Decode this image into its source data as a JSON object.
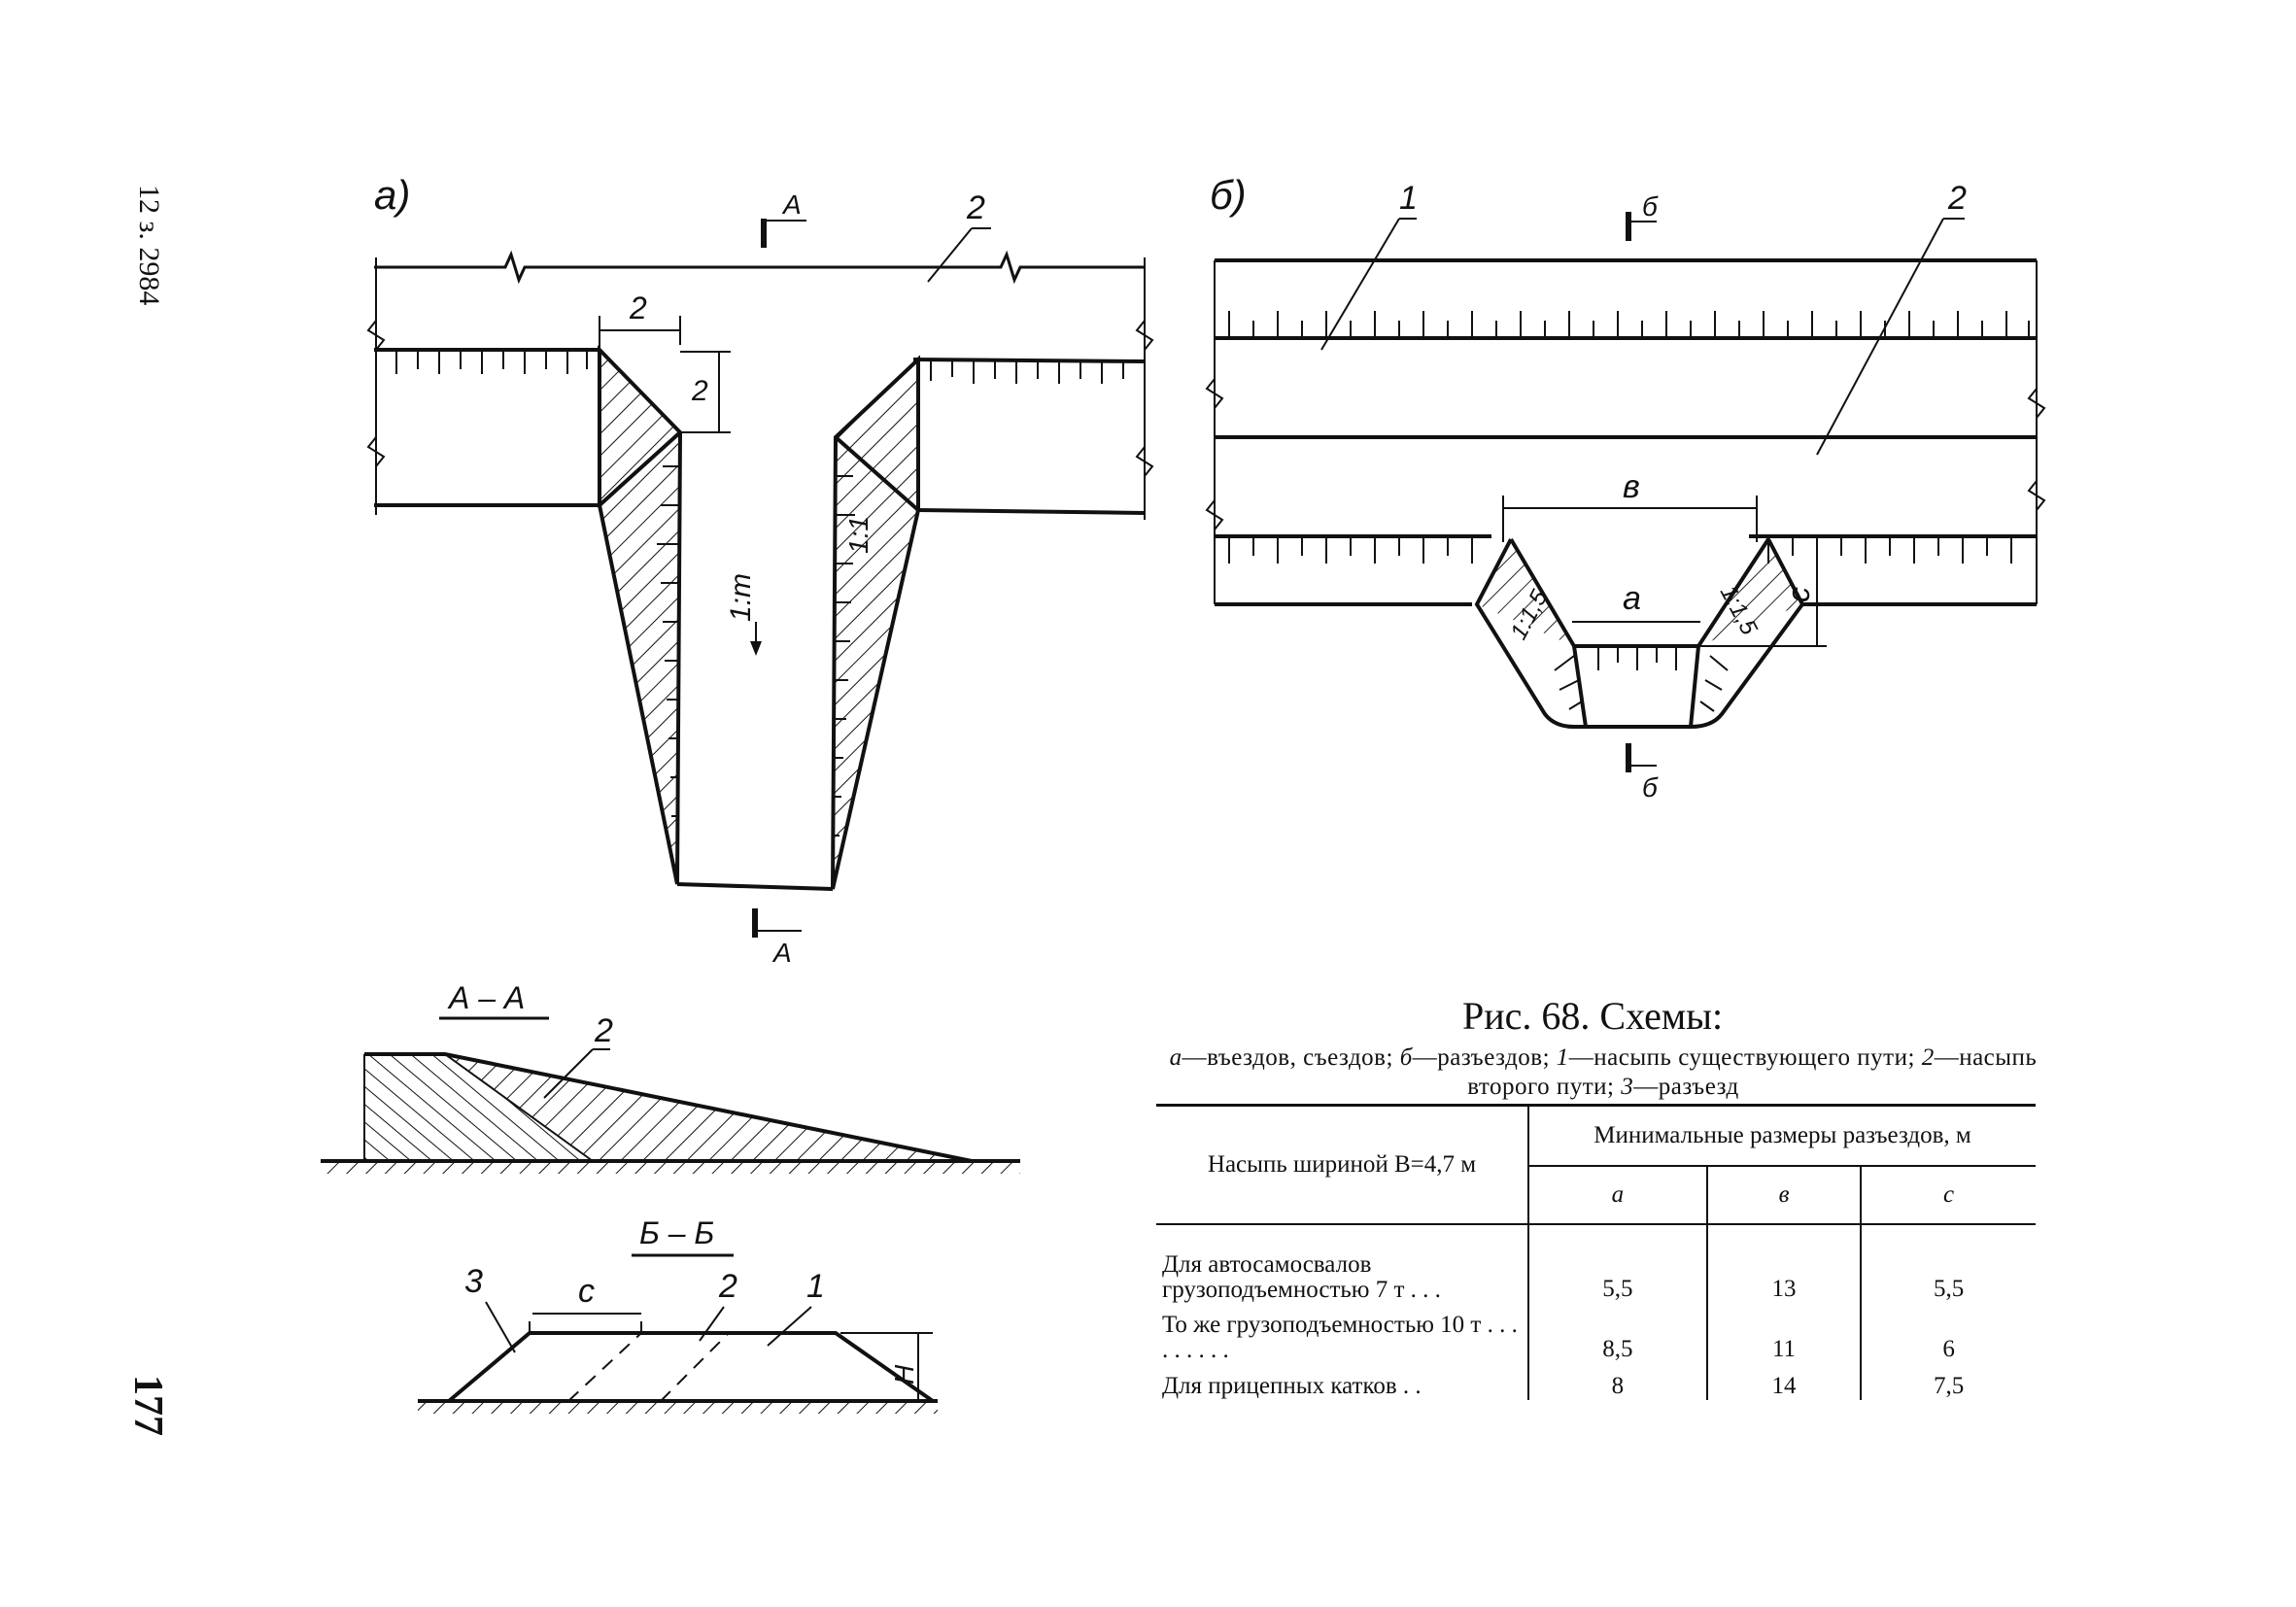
{
  "margin": {
    "code": "12 з. 2984",
    "page_number": "177"
  },
  "figure_a": {
    "label": "a)",
    "section_marks": [
      "А",
      "А"
    ],
    "callout_2": "2",
    "dim_width": "2",
    "dim_height": "2",
    "slope_left": "1:m",
    "slope_right": "1:1"
  },
  "figure_b": {
    "label": "б)",
    "section_marks": [
      "б",
      "б"
    ],
    "callout_1": "1",
    "callout_2": "2",
    "dim_v": "в",
    "dim_a": "а",
    "dim_c": "с",
    "slope_left": "1:1,5",
    "slope_right": "1:1,5"
  },
  "section_aa": {
    "title": "А – А",
    "callout_2": "2"
  },
  "section_bb": {
    "title": "Б – Б",
    "callout_3": "3",
    "callout_c": "с",
    "callout_2": "2",
    "callout_1": "1",
    "height_label": "Н"
  },
  "caption": {
    "title": "Рис. 68. Схемы:",
    "parts": [
      {
        "key": "а",
        "text": "—въездов, съездов; "
      },
      {
        "key": "б",
        "text": "—разъездов; "
      },
      {
        "key": "1",
        "text": "—насыпь существующего пути; "
      },
      {
        "key": "2",
        "text": "—насыпь второго пути; "
      },
      {
        "key": "3",
        "text": "—разъезд"
      }
    ]
  },
  "table": {
    "row_header": "Насыпь шириной В=4,7 м",
    "group_header": "Минимальные размеры разъездов, м",
    "columns": [
      "а",
      "в",
      "с"
    ],
    "rows": [
      {
        "label": "Для автосамосвалов грузоподъемностью 7 т . . .",
        "values": [
          "5,5",
          "13",
          "5,5"
        ]
      },
      {
        "label": "То же грузоподъемностью 10 т . . . . . . . . .",
        "values": [
          "8,5",
          "11",
          "6"
        ]
      },
      {
        "label": "Для прицепных катков . .",
        "values": [
          "8",
          "14",
          "7,5"
        ]
      }
    ]
  }
}
